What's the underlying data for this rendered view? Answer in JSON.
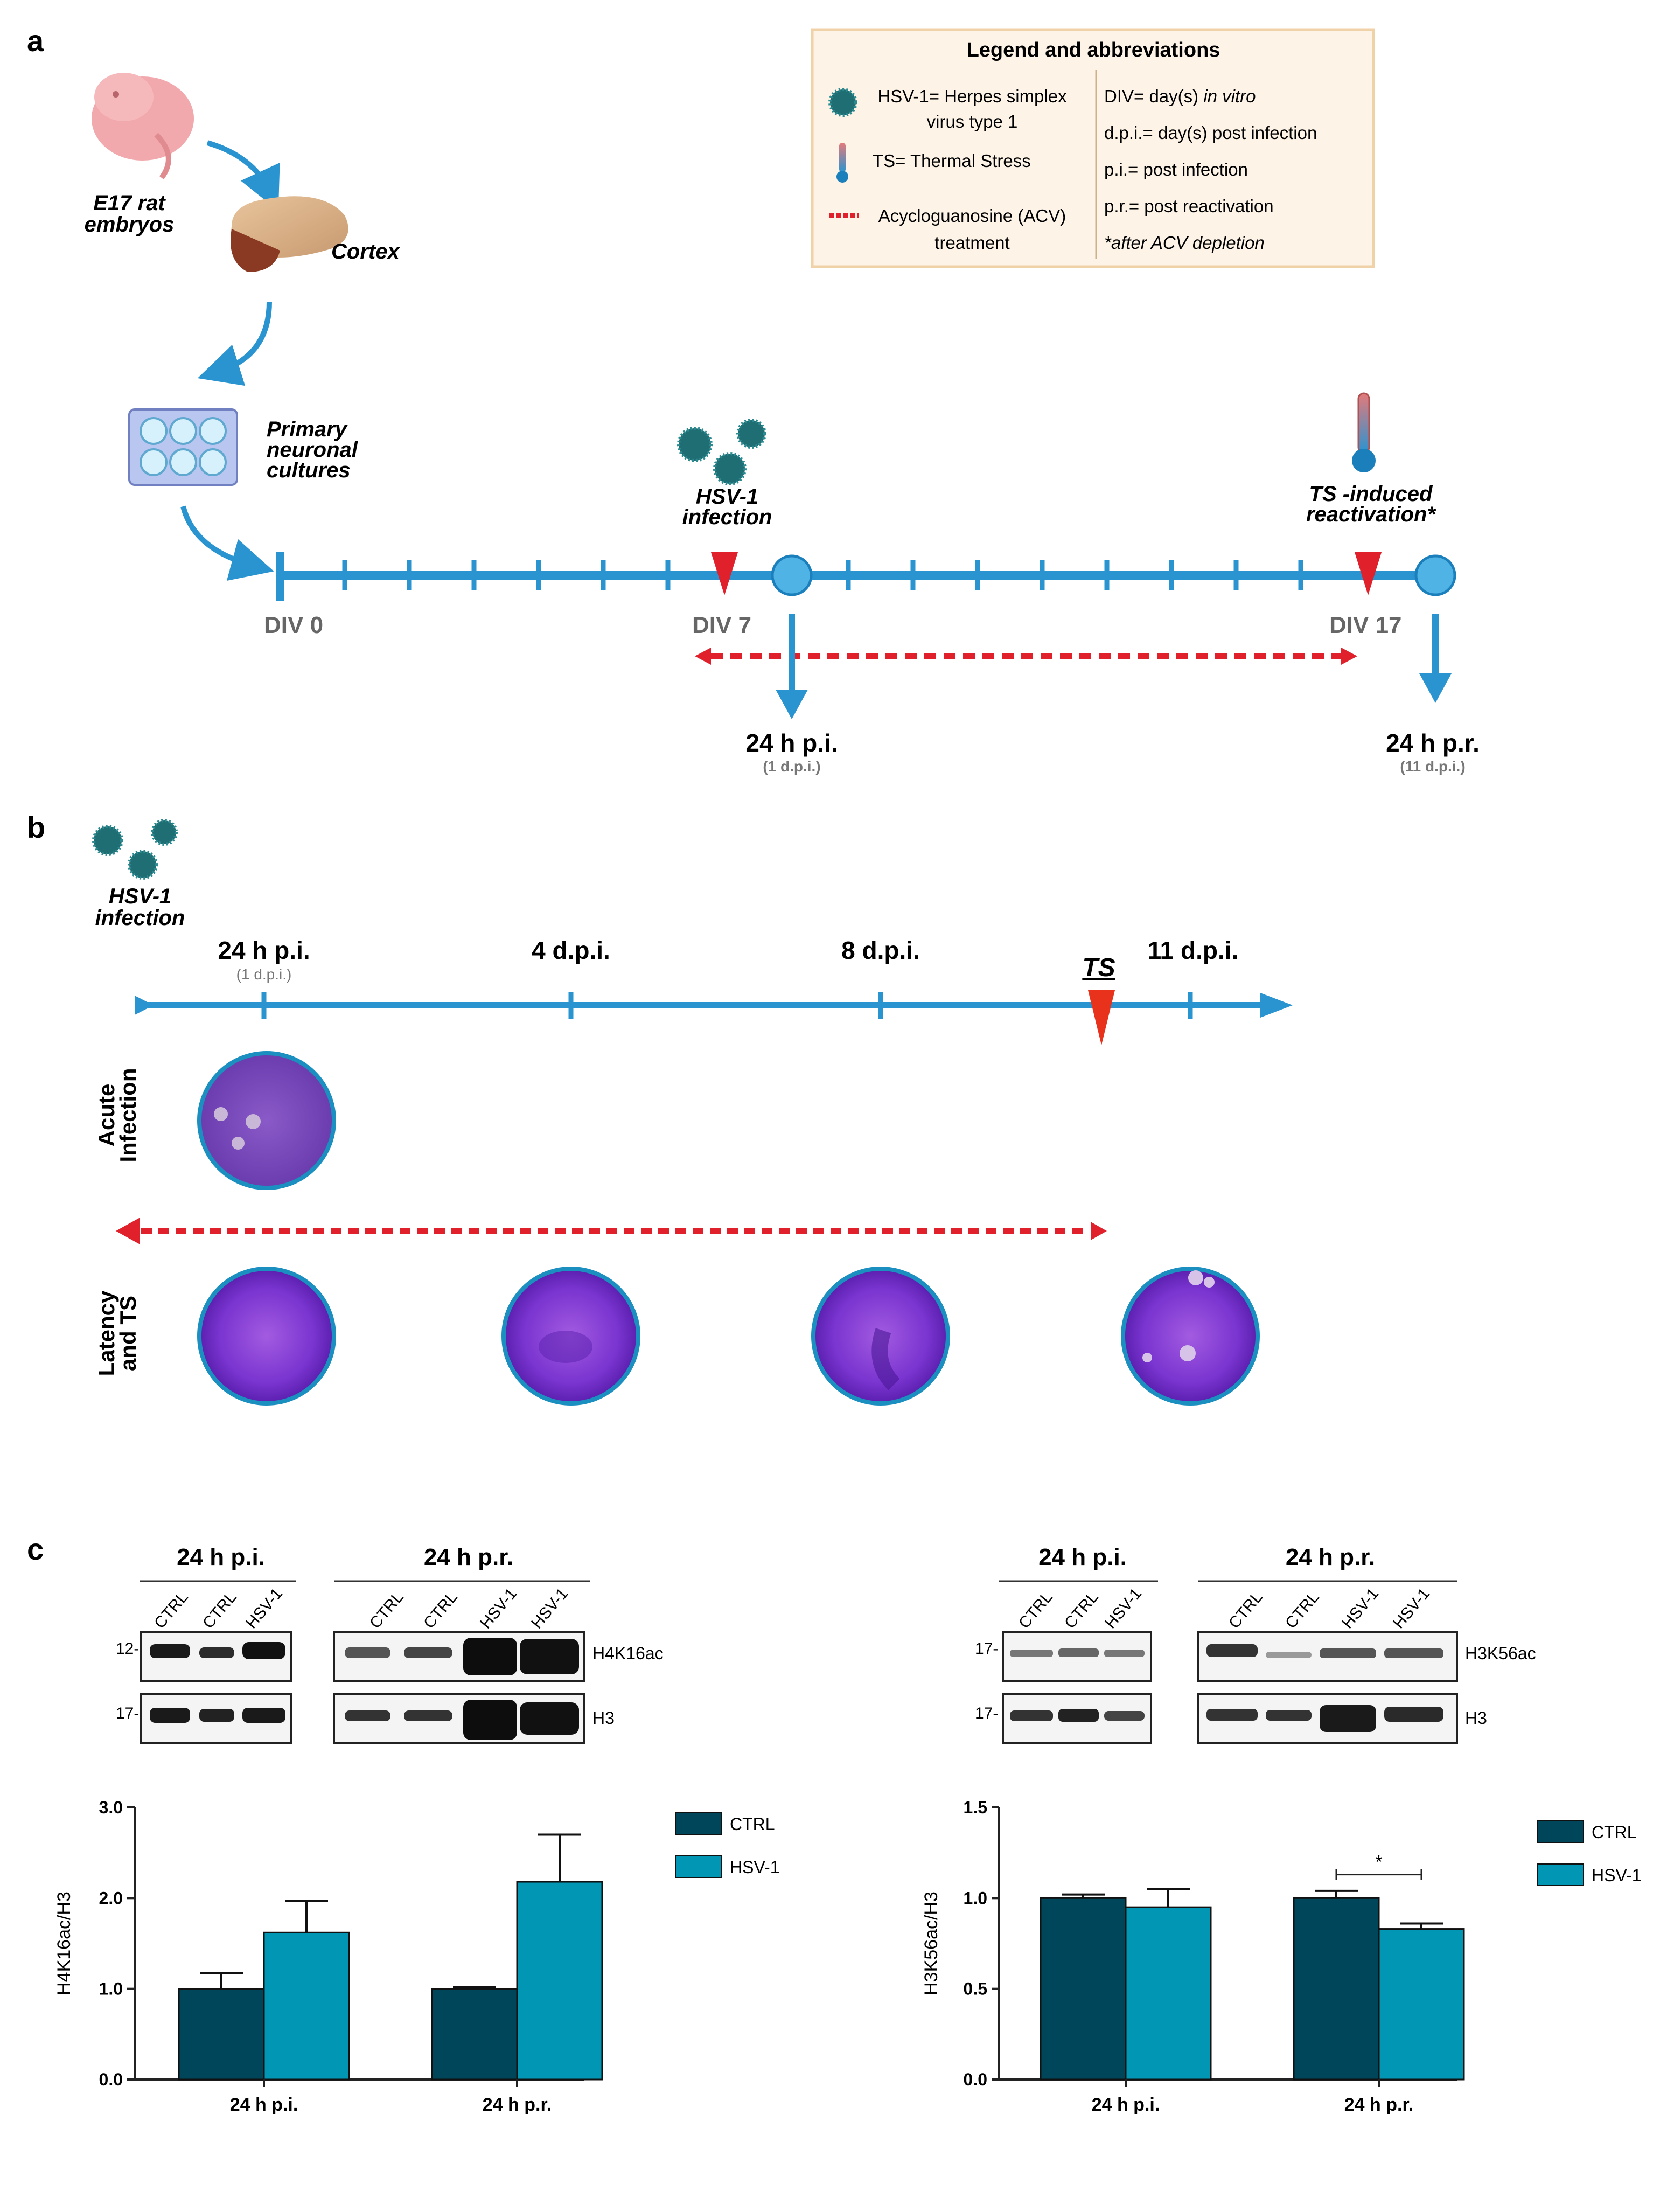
{
  "panel_a": {
    "letter": "a",
    "embryo_label": [
      "E17 rat",
      "embryos"
    ],
    "cortex_label": "Cortex",
    "culture_label": [
      "Primary",
      "neuronal",
      "cultures"
    ],
    "infection_label": [
      "HSV-1",
      "infection"
    ],
    "ts_label": [
      "TS -induced",
      "reactivation*"
    ],
    "div0": "DIV 0",
    "div7": "DIV 7",
    "div17": "DIV 17",
    "tp1": "24 h p.i.",
    "tp1_sub": "(1 d.p.i.)",
    "tp2": "24 h p.r.",
    "tp2_sub": "(11 d.p.i.)",
    "legend": {
      "title": "Legend and abbreviations",
      "virus": [
        "HSV-1= Herpes simplex",
        "virus type 1"
      ],
      "ts": "TS= Thermal Stress",
      "acv": [
        "Acycloguanosine (ACV)",
        "treatment"
      ],
      "div_prefix": "DIV= day(s) ",
      "div_ital": "in vitro",
      "dpi": "d.p.i.= day(s) post infection",
      "pi": "p.i.= post infection",
      "pr": "p.r.= post reactivation",
      "acv_note": "*after ACV depletion"
    }
  },
  "panel_b": {
    "letter": "b",
    "infection_label": [
      "HSV-1",
      "infection"
    ],
    "t1": "24 h p.i.",
    "t1_sub": "(1 d.p.i.)",
    "t2": "4 d.p.i.",
    "t3": "8 d.p.i.",
    "ts": "TS",
    "t4": "11 d.p.i.",
    "row1": [
      "Acute",
      "Infection"
    ],
    "row2": [
      "Latency",
      "and TS"
    ]
  },
  "panel_c": {
    "letter": "c",
    "blot_left": {
      "group1": "24 h p.i.",
      "group2": "24 h p.r.",
      "lanes1": [
        "CTRL",
        "CTRL",
        "HSV-1"
      ],
      "lanes2": [
        "CTRL",
        "CTRL",
        "HSV-1",
        "HSV-1"
      ],
      "mw1": "12-",
      "mw2": "17-",
      "band1": "H4K16ac",
      "band2": "H3"
    },
    "blot_right": {
      "group1": "24 h p.i.",
      "group2": "24 h p.r.",
      "lanes1": [
        "CTRL",
        "CTRL",
        "HSV-1"
      ],
      "lanes2": [
        "CTRL",
        "CTRL",
        "HSV-1",
        "HSV-1"
      ],
      "mw1": "17-",
      "mw2": "17-",
      "band1": "H3K56ac",
      "band2": "H3"
    },
    "significance": "*"
  },
  "colors": {
    "ctrl": "#00465a",
    "hsv": "#0096b4",
    "timeline": "#2a94d1",
    "acv_red": "#e0202a",
    "legend_bg": "#fdf3e6",
    "legend_border": "#f0d2a8",
    "plaque": "#6a2cc8"
  },
  "chart_data": [
    {
      "type": "bar",
      "categories": [
        "24 h p.i.",
        "24 h p.r."
      ],
      "series": [
        {
          "name": "CTRL",
          "values": [
            1.0,
            1.0
          ],
          "errors": [
            0.17,
            0.02
          ]
        },
        {
          "name": "HSV-1",
          "values": [
            1.62,
            2.18
          ],
          "errors": [
            0.35,
            0.52
          ]
        }
      ],
      "xlabel": "",
      "ylabel": "H4K16ac/H3",
      "ylim": [
        0,
        3.0
      ],
      "yticks": [
        "0.0",
        "1.0",
        "2.0",
        "3.0"
      ],
      "legend": "top-right",
      "grid": false
    },
    {
      "type": "bar",
      "categories": [
        "24 h p.i.",
        "24 h p.r."
      ],
      "series": [
        {
          "name": "CTRL",
          "values": [
            1.0,
            1.0
          ],
          "errors": [
            0.02,
            0.04
          ]
        },
        {
          "name": "HSV-1",
          "values": [
            0.95,
            0.83
          ],
          "errors": [
            0.1,
            0.03
          ]
        }
      ],
      "xlabel": "",
      "ylabel": "H3K56ac/H3",
      "ylim": [
        0,
        1.5
      ],
      "yticks": [
        "0.0",
        "0.5",
        "1.0",
        "1.5"
      ],
      "legend": "top-right",
      "grid": false,
      "annotation": "*"
    }
  ]
}
